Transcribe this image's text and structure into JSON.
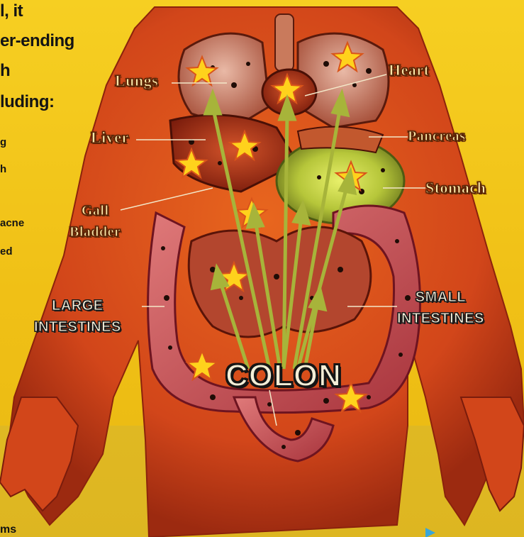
{
  "left_text": [
    {
      "text": "l, it",
      "size": "big"
    },
    {
      "text": "er-ending",
      "size": "big"
    },
    {
      "text": "h",
      "size": "big"
    },
    {
      "text": "luding:",
      "size": "big"
    },
    {
      "text": "g",
      "size": "small"
    },
    {
      "text": "h",
      "size": "small"
    },
    {
      "text": "acne",
      "size": "small"
    },
    {
      "text": "ed",
      "size": "small"
    }
  ],
  "footer_text": "ms",
  "labels": {
    "lungs": "Lungs",
    "heart": "Heart",
    "liver": "Liver",
    "pancreas": "Pancreas",
    "stomach": "Stomach",
    "gall_bladder": [
      "Gall",
      "Bladder"
    ],
    "large_intestines": [
      "LARGE",
      "INTESTINES"
    ],
    "small_intestines": [
      "SMALL",
      "INTESTINES"
    ],
    "colon": "COLON"
  },
  "colors": {
    "background": "#f2c21a",
    "skin": "#d84a1a",
    "label_fill": "#fbe7a8",
    "label_stroke": "#5a2406",
    "arrow": "#a7b43a"
  }
}
